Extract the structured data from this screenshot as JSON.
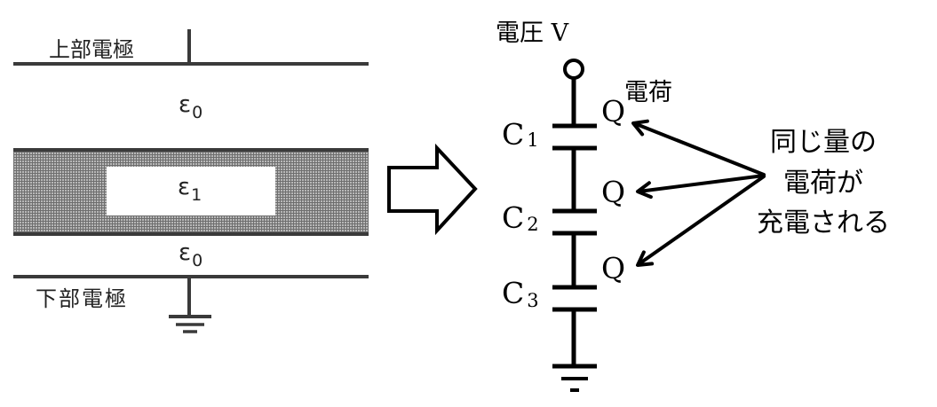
{
  "left_diagram": {
    "upper_electrode_label": "上部電極",
    "lower_electrode_label": "下部電極",
    "layers": [
      {
        "name": "upper-gap",
        "symbol": "ε",
        "subscript": "0"
      },
      {
        "name": "dielectric-layer",
        "symbol": "ε",
        "subscript": "1"
      },
      {
        "name": "lower-gap",
        "symbol": "ε",
        "subscript": "0"
      }
    ],
    "ground_icon": "ground-icon"
  },
  "transition_arrow": {
    "icon": "right-block-arrow-icon"
  },
  "circuit": {
    "voltage_label": "電圧 V",
    "charge_label": "電荷",
    "terminal_icon": "terminal-circle-icon",
    "capacitors": [
      {
        "symbol": "C",
        "subscript": "1",
        "charge": "Q"
      },
      {
        "symbol": "C",
        "subscript": "2",
        "charge": "Q"
      },
      {
        "symbol": "C",
        "subscript": "3",
        "charge": "Q"
      }
    ],
    "ground_icon": "ground-icon"
  },
  "annotation": {
    "lines": [
      "同じ量の",
      "電荷が",
      "充電される"
    ]
  },
  "colors": {
    "electrode_line": "#3a3a3a",
    "dielectric_fill": "#a8a8a8",
    "dielectric_grid": "#7a7a7a",
    "circuit_line": "#000000",
    "background": "#ffffff"
  }
}
